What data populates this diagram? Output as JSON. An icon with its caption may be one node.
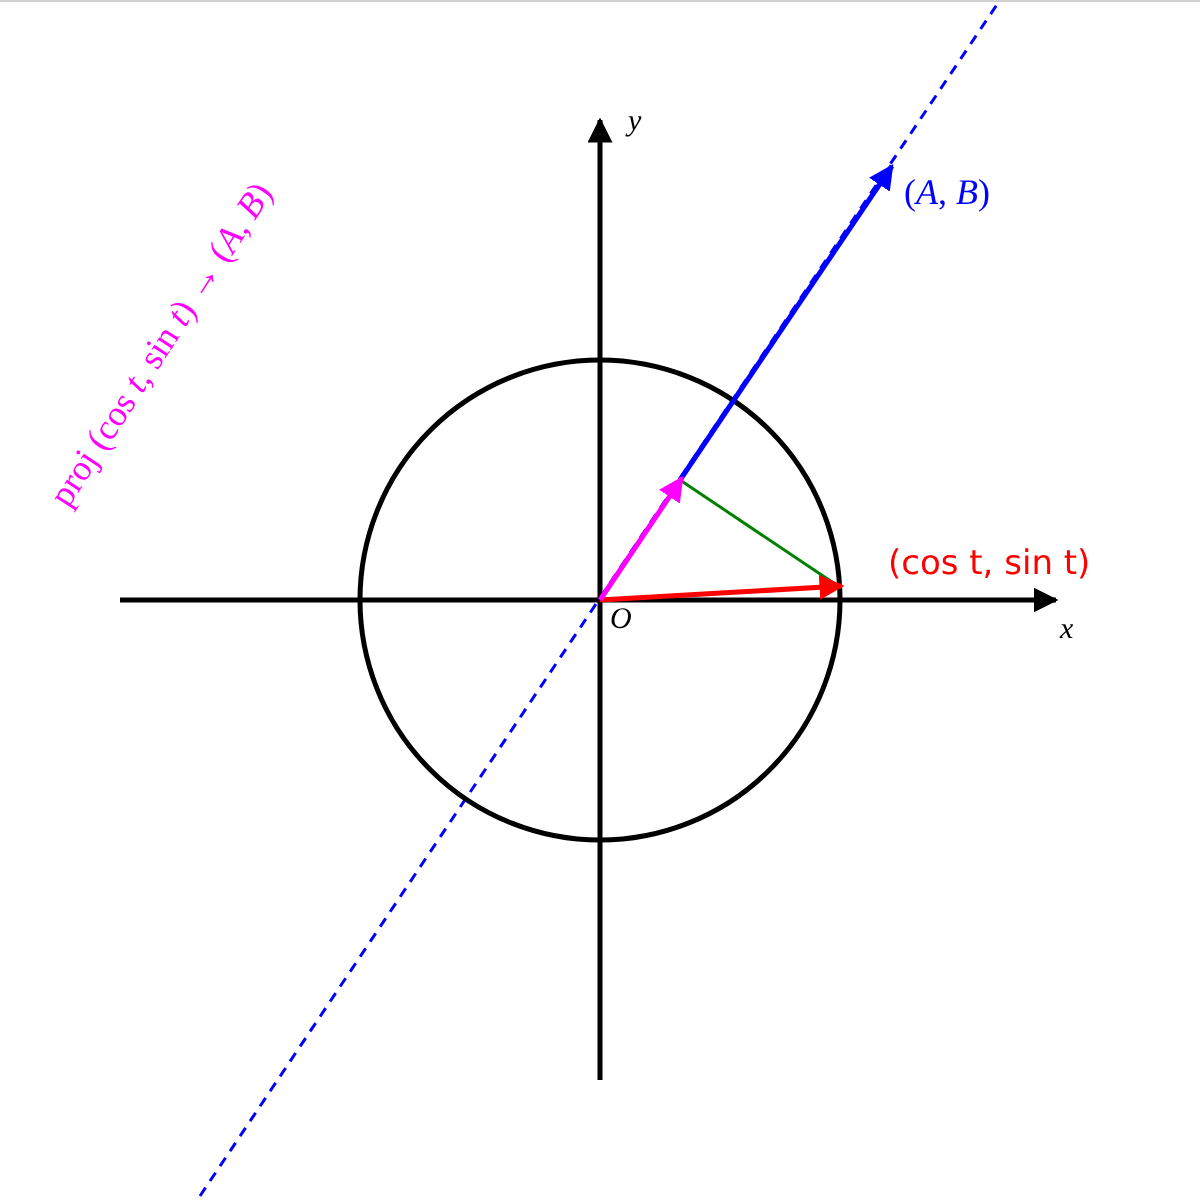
{
  "diagram": {
    "labels": [
      "y",
      "(*A*, *B*)",
      "proj (cos *t*, sin *t*) → (*A*, *B*)",
      "(cos t, sin t)",
      "O",
      "x"
    ]
  }
}
